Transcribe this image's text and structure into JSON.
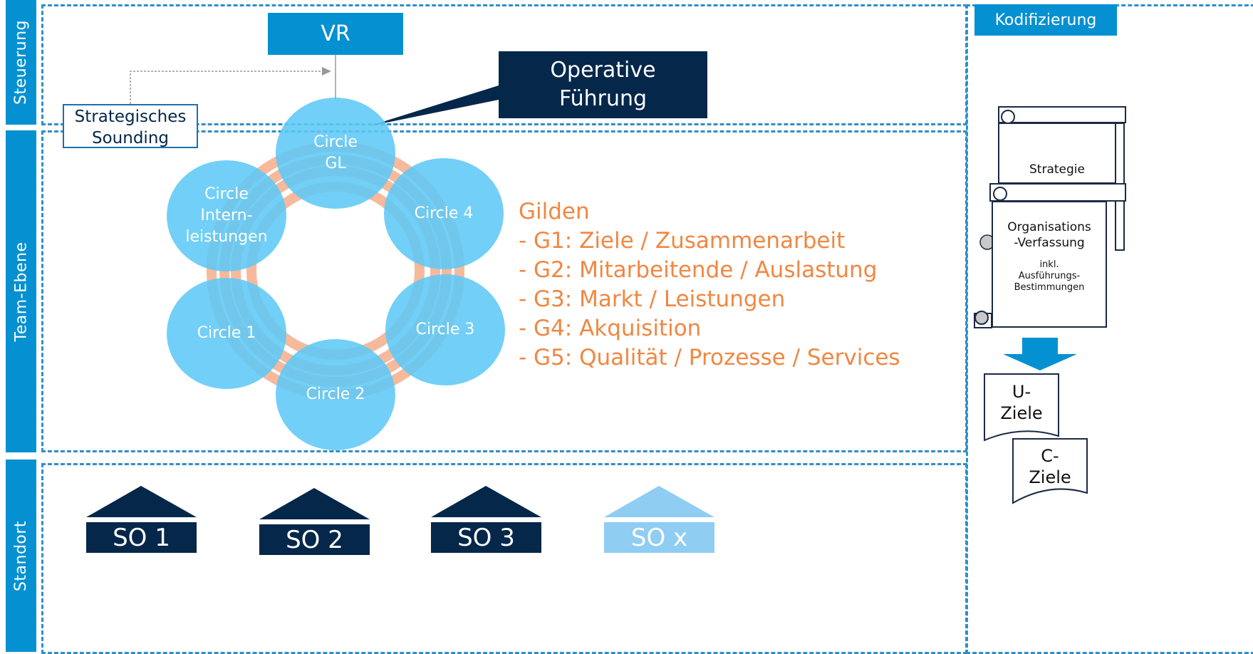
{
  "bands": {
    "steuerung": "Steuerung",
    "team_ebene": "Team-Ebene",
    "standort": "Standort"
  },
  "steuerung": {
    "vr": "VR",
    "operative_fuehrung": [
      "Operative",
      "Führung"
    ],
    "strategisches_sounding": [
      "Strategisches",
      "Sounding"
    ]
  },
  "circles": {
    "gl": [
      "Circle",
      "GL"
    ],
    "interne": [
      "Circle",
      "Intern-",
      "leistungen"
    ],
    "c4": "Circle 4",
    "c1": "Circle 1",
    "c3": "Circle 3",
    "c2": "Circle 2"
  },
  "gilden": {
    "title": "Gilden",
    "items": [
      "- G1: Ziele / Zusammenarbeit",
      "- G2: Mitarbeitende / Auslastung",
      "- G3: Markt / Leistungen",
      "- G4: Akquisition",
      "- G5: Qualität / Prozesse / Services"
    ]
  },
  "standorte": [
    "SO 1",
    "SO 2",
    "SO 3",
    "SO x"
  ],
  "kodifizierung": {
    "title": "Kodifizierung",
    "strategie": "Strategie",
    "verfassung": [
      "Organisations",
      "-Verfassung"
    ],
    "ausfuehrung": [
      "inkl.",
      "Ausführungs-",
      "Bestimmungen"
    ],
    "u_ziele": [
      "U-",
      "Ziele"
    ],
    "c_ziele": [
      "C-",
      "Ziele"
    ]
  },
  "colors": {
    "primary_blue": "#0591d1",
    "dark_navy": "#04274a",
    "circle_blue": "#5fc8f6",
    "ring_orange": "#f7b99b",
    "gilden_orange": "#f08742",
    "light_house": "#8fcdf2"
  }
}
